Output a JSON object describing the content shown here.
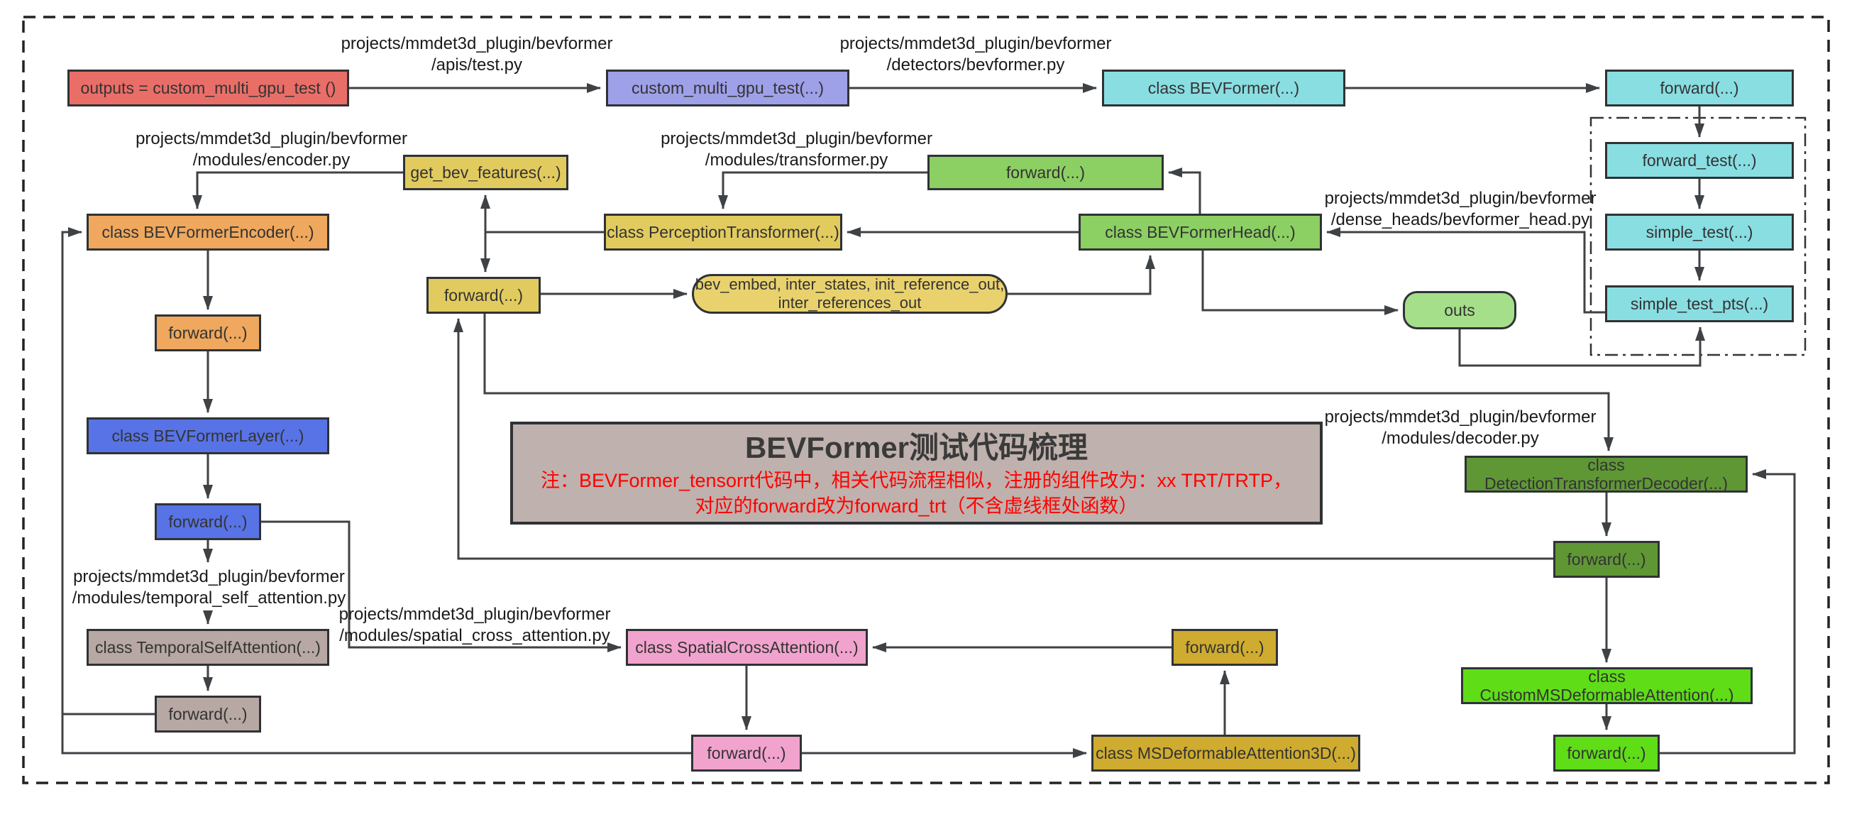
{
  "note": {
    "title": "BEVFormer测试代码梳理",
    "line1": "注：BEVFormer_tensorrt代码中，相关代码流程相似，注册的组件改为：xx TRT/TRTP，",
    "line2": "对应的forward改为forward_trt（不含虚线框处函数）"
  },
  "boxes": {
    "outputs": {
      "label": "outputs = custom_multi_gpu_test ()"
    },
    "custom_multi_gpu_test": {
      "label": "custom_multi_gpu_test(...)"
    },
    "class_bevformer": {
      "label": "class BEVFormer(...)"
    },
    "bevformer_forward": {
      "label": "forward(...)"
    },
    "forward_test": {
      "label": "forward_test(...)"
    },
    "simple_test": {
      "label": "simple_test(...)"
    },
    "simple_test_pts": {
      "label": "simple_test_pts(...)"
    },
    "get_bev_features": {
      "label": "get_bev_features(...)"
    },
    "class_perception_transformer": {
      "label": "class PerceptionTransformer(...)"
    },
    "pt_forward": {
      "label": "forward(...)"
    },
    "bev_embed_outputs": {
      "label": "bev_embed, inter_states, init_reference_out,\ninter_references_out"
    },
    "head_forward": {
      "label": "forward(...)"
    },
    "class_bevformer_head": {
      "label": "class BEVFormerHead(...)"
    },
    "outs": {
      "label": "outs"
    },
    "class_bevformer_encoder": {
      "label": "class BEVFormerEncoder(...)"
    },
    "encoder_forward": {
      "label": "forward(...)"
    },
    "class_bevformer_layer": {
      "label": "class BEVFormerLayer(...)"
    },
    "layer_forward": {
      "label": "forward(...)"
    },
    "class_temporal_self_attention": {
      "label": "class TemporalSelfAttention(...)"
    },
    "tsa_forward": {
      "label": "forward(...)"
    },
    "class_detection_transformer_decoder": {
      "label": "class DetectionTransformerDecoder(...)"
    },
    "decoder_forward": {
      "label": "forward(...)"
    },
    "class_custom_ms_deformable_attention": {
      "label": "class CustomMSDeformableAttention(...)"
    },
    "cmda_forward": {
      "label": "forward(...)"
    },
    "class_spatial_cross_attention": {
      "label": "class SpatialCrossAttention(...)"
    },
    "sca_forward": {
      "label": "forward(...)"
    },
    "msda3d_forward": {
      "label": "forward(...)"
    },
    "class_ms_deformable_attention_3d": {
      "label": "class MSDeformableAttention3D(...)"
    }
  },
  "path_labels": {
    "apis_test": "projects/mmdet3d_plugin/bevformer\n/apis/test.py",
    "detectors_bevformer": "projects/mmdet3d_plugin/bevformer\n/detectors/bevformer.py",
    "modules_encoder": "projects/mmdet3d_plugin/bevformer\n/modules/encoder.py",
    "modules_transformer": "projects/mmdet3d_plugin/bevformer\n/modules/transformer.py",
    "dense_heads_bevformer_head": "projects/mmdet3d_plugin/bevformer\n/dense_heads/bevformer_head.py",
    "modules_decoder": "projects/mmdet3d_plugin/bevformer\n/modules/decoder.py",
    "modules_temporal_self_attention": "projects/mmdet3d_plugin/bevformer\n/modules/temporal_self_attention.py",
    "modules_spatial_cross_attention": "projects/mmdet3d_plugin/bevformer\n/modules/spatial_cross_attention.py"
  },
  "colors": {
    "red": "#EA6E68",
    "purple": "#9EA0E8",
    "cyan": "#89DEE2",
    "yellow": "#E2CB5E",
    "stadium_yellow": "#E9D26E",
    "orange": "#EFA85D",
    "blue": "#5873E6",
    "gray": "#B7A8A3",
    "green": "#8CCF63",
    "outs_green": "#A5DF8A",
    "dark_green": "#5F9735",
    "bright_green": "#5FDD17",
    "pink": "#F1A3CE",
    "gold": "#CFAC2F",
    "note_bg": "#BFB1AD",
    "note_red": "#FF0000",
    "border": "#2F3235",
    "wire": "#3F4245"
  }
}
